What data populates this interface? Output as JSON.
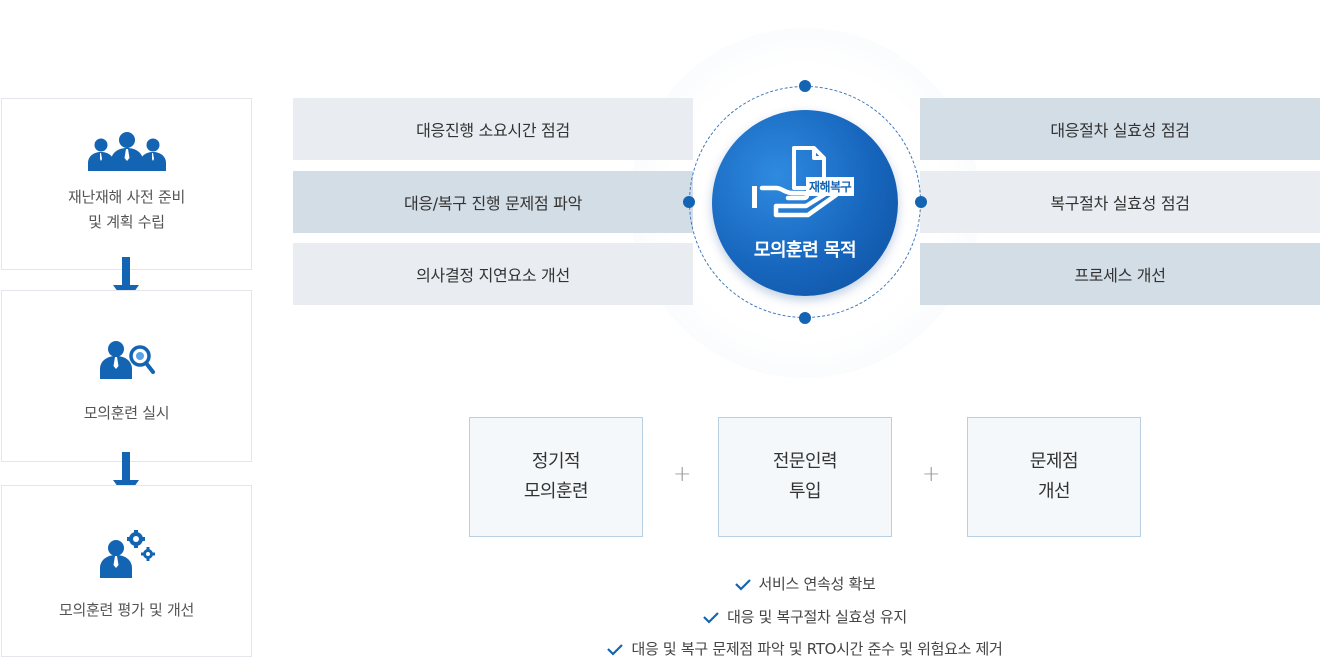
{
  "process_steps": [
    {
      "icon": "group-people-icon",
      "label_line1": "재난재해 사전 준비",
      "label_line2": "및 계획 수립"
    },
    {
      "icon": "person-search-icon",
      "label_line1": "모의훈련 실시"
    },
    {
      "icon": "person-gears-icon",
      "label_line1": "모의훈련 평가 및 개선"
    }
  ],
  "goals_left": [
    "대응진행 소요시간 점검",
    "대응/복구 진행 문제점 파악",
    "의사결정 지연요소 개선"
  ],
  "goals_right": [
    "대응절차 실효성 점검",
    "복구절차 실효성 점검",
    "프로세스 개선"
  ],
  "center": {
    "doc_label": "재해복구",
    "title": "모의훈련 목적",
    "icon": "hand-document-icon"
  },
  "boxes": [
    {
      "line1": "정기적",
      "line2": "모의훈련"
    },
    {
      "line1": "전문인력",
      "line2": "투입"
    },
    {
      "line1": "문제점",
      "line2": "개선"
    }
  ],
  "plus_sign": "+",
  "outcomes": [
    "서비스 연속성 확보",
    "대응 및 복구절차 실효성 유지",
    "대응 및 복구 문제점 파악 및 RTO시간 준수 및 위험요소 제거"
  ],
  "colors": {
    "accent": "#1464b4",
    "bar_light": "#e9edf1",
    "bar_dark": "#d3dde6",
    "box_border": "#b9cfe4"
  }
}
